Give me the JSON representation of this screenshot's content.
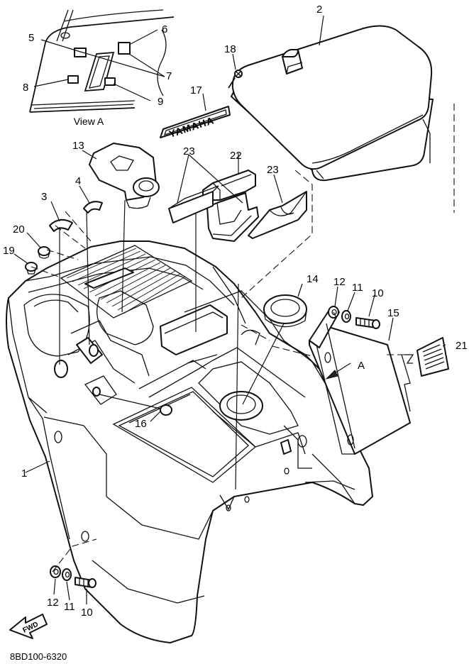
{
  "diagram": {
    "view_label": "View A",
    "view_marker": "A",
    "part_code": "8BD100-6320",
    "fwd_label": "FWD",
    "emblem_text": "YAMAHA",
    "callouts": [
      {
        "id": "c1",
        "label": "1"
      },
      {
        "id": "c2",
        "label": "2"
      },
      {
        "id": "c3",
        "label": "3"
      },
      {
        "id": "c4",
        "label": "4"
      },
      {
        "id": "c5",
        "label": "5"
      },
      {
        "id": "c6",
        "label": "6"
      },
      {
        "id": "c7",
        "label": "7"
      },
      {
        "id": "c8",
        "label": "8"
      },
      {
        "id": "c9",
        "label": "9"
      },
      {
        "id": "c10a",
        "label": "10"
      },
      {
        "id": "c10b",
        "label": "10"
      },
      {
        "id": "c11a",
        "label": "11"
      },
      {
        "id": "c11b",
        "label": "11"
      },
      {
        "id": "c12a",
        "label": "12"
      },
      {
        "id": "c12b",
        "label": "12"
      },
      {
        "id": "c13",
        "label": "13"
      },
      {
        "id": "c14",
        "label": "14"
      },
      {
        "id": "c15",
        "label": "15"
      },
      {
        "id": "c16",
        "label": "16"
      },
      {
        "id": "c17",
        "label": "17"
      },
      {
        "id": "c18",
        "label": "18"
      },
      {
        "id": "c19",
        "label": "19"
      },
      {
        "id": "c20",
        "label": "20"
      },
      {
        "id": "c21",
        "label": "21"
      },
      {
        "id": "c22",
        "label": "22"
      },
      {
        "id": "c23a",
        "label": "23"
      },
      {
        "id": "c23b",
        "label": "23"
      }
    ]
  }
}
